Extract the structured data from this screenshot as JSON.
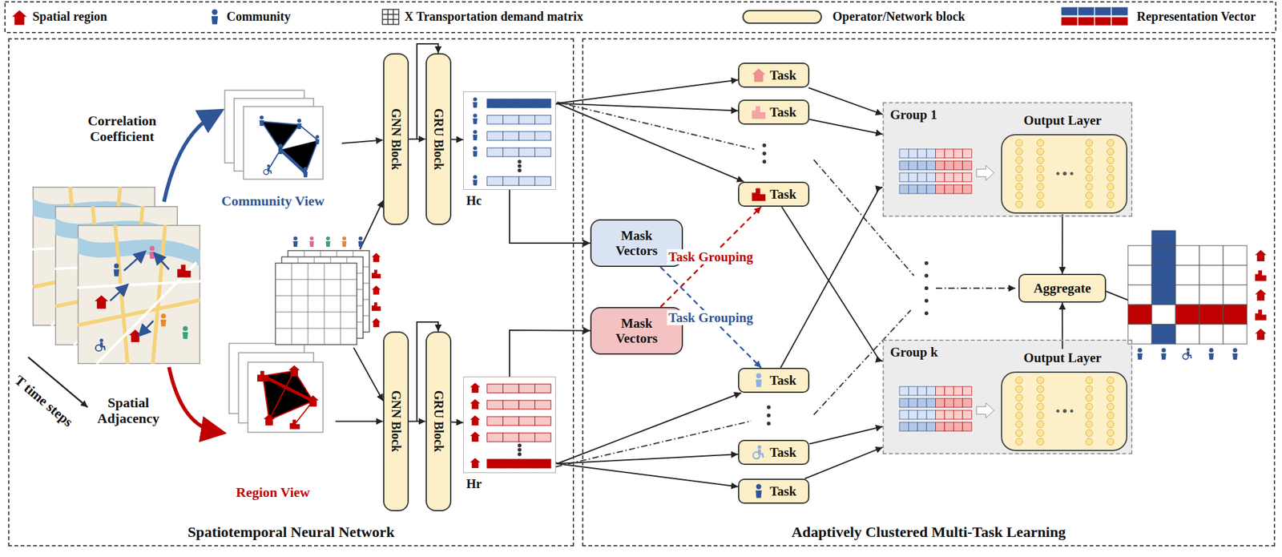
{
  "diagram": {
    "nodes": [
      {
        "text": [
          "Spatiotemporal Neural Network"
        ]
      },
      {
        "text": [
          "Community View"
        ],
        "in": 0
      },
      {
        "text": [
          "Region View"
        ],
        "in": 0
      },
      {
        "text": [
          "GNN Block"
        ],
        "in": 0
      },
      {
        "text": [
          "GRU Block"
        ],
        "in": 0
      },
      {
        "text": [
          "GNN Block"
        ],
        "in": 0
      },
      {
        "text": [
          "GRU Block"
        ],
        "in": 0
      },
      {
        "text": [
          "Hc"
        ],
        "in": 0
      },
      {
        "text": [
          "Hr"
        ],
        "in": 0
      },
      {
        "text": [
          "Adaptively Clustered Multi-Task Learning"
        ]
      },
      {
        "text": [
          "Mask Vectors"
        ],
        "in": 9
      },
      {
        "text": [
          "Mask Vectors"
        ],
        "in": 9
      },
      {
        "text": [
          "Task"
        ],
        "in": 9
      },
      {
        "text": [
          "Task"
        ],
        "in": 9
      },
      {
        "text": [
          "Task"
        ],
        "in": 9
      },
      {
        "text": [
          "Task"
        ],
        "in": 9
      },
      {
        "text": [
          "Task"
        ],
        "in": 9
      },
      {
        "text": [
          "Task"
        ],
        "in": 9
      },
      {
        "text": [
          "Group 1"
        ],
        "in": 9
      },
      {
        "text": [
          "Output Layer"
        ],
        "in": 18
      },
      {
        "text": [
          "Group k"
        ],
        "in": 9
      },
      {
        "text": [
          "Output Layer"
        ],
        "in": 20
      },
      {
        "text": [
          "Aggregate"
        ],
        "in": 9
      }
    ],
    "edges": [
      {
        "from": 1,
        "to": 3,
        "arrow": "to"
      },
      {
        "from": 2,
        "to": 5,
        "arrow": "to"
      },
      {
        "from": 3,
        "to": 4,
        "arrow": "to"
      },
      {
        "from": 5,
        "to": 6,
        "arrow": "to"
      },
      {
        "from": 4,
        "to": 7,
        "arrow": "to"
      },
      {
        "from": 6,
        "to": 8,
        "arrow": "to"
      },
      {
        "from": 7,
        "to": 10,
        "arrow": "to"
      },
      {
        "from": 8,
        "to": 11,
        "arrow": "to"
      },
      {
        "from": 7,
        "to": 12,
        "arrow": "to"
      },
      {
        "from": 7,
        "to": 13,
        "arrow": "to"
      },
      {
        "from": 7,
        "to": 14,
        "arrow": "to"
      },
      {
        "from": 8,
        "to": 15,
        "arrow": "to"
      },
      {
        "from": 8,
        "to": 16,
        "arrow": "to"
      },
      {
        "from": 8,
        "to": 17,
        "arrow": "to"
      },
      {
        "from": 12,
        "to": 18,
        "arrow": "to"
      },
      {
        "from": 13,
        "to": 18,
        "arrow": "to"
      },
      {
        "from": 14,
        "to": 20,
        "arrow": "to"
      },
      {
        "from": 15,
        "to": 18,
        "arrow": "to"
      },
      {
        "from": 16,
        "to": 20,
        "arrow": "to"
      },
      {
        "from": 17,
        "to": 20,
        "arrow": "to"
      },
      {
        "from": 11,
        "to": 14,
        "label": "Task Grouping",
        "arrow": "to"
      },
      {
        "from": 10,
        "to": 15,
        "label": "Task Grouping",
        "arrow": "to"
      },
      {
        "from": 19,
        "to": 22,
        "arrow": "to"
      },
      {
        "from": 21,
        "to": 22,
        "arrow": "to"
      }
    ],
    "labels": [
      "Correlation Coefficient",
      "Spatial Adjacency",
      "T time steps"
    ],
    "legend": [
      {
        "text": "Spatial region"
      },
      {
        "text": "Community"
      },
      {
        "text": "X Transportation demand matrix"
      },
      {
        "text": "Operator/Network block",
        "color": "#fdf0c8"
      },
      {
        "text": "Representation Vector"
      }
    ]
  }
}
